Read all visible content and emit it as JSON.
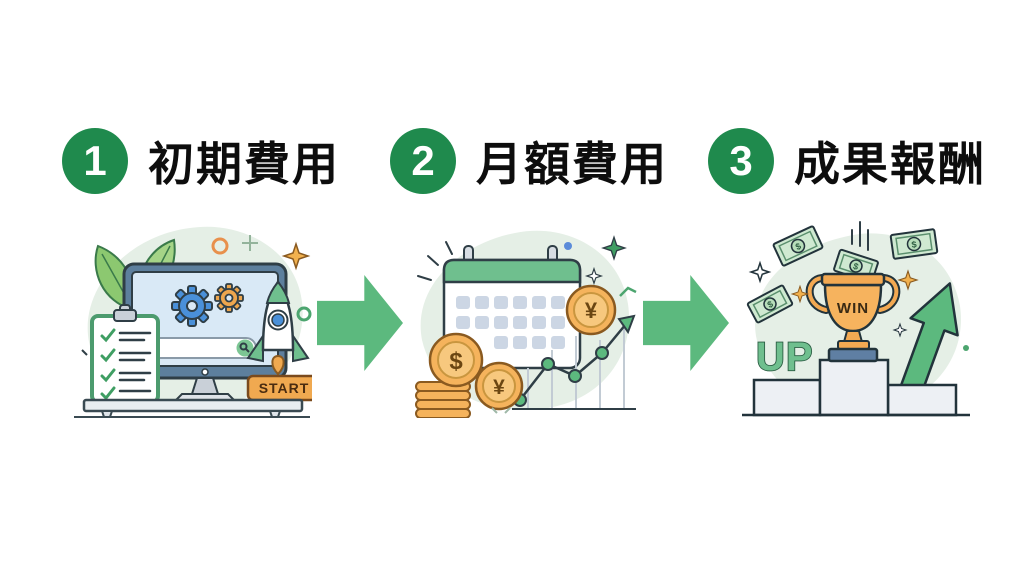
{
  "steps": [
    {
      "number": "1",
      "label": "初期費用",
      "illustration": "computer-setup-rocket-start"
    },
    {
      "number": "2",
      "label": "月額費用",
      "illustration": "calendar-coins-growth-chart"
    },
    {
      "number": "3",
      "label": "成果報酬",
      "illustration": "trophy-podium-money-up"
    }
  ],
  "illustrations": {
    "start_label": "START",
    "win_label": "WIN",
    "up_label": "UP",
    "dollar_symbol": "$",
    "yen_symbol": "¥"
  },
  "colors": {
    "step_badge_green": "#1f8a4d",
    "flow_arrow_green": "#5cb97e",
    "blob_light_green": "#e5efe6",
    "accent_orange": "#f0a950",
    "coin_orange": "#f5b35c",
    "leaf_green": "#8cc870",
    "monitor_frame_blue": "#5d7f9d",
    "heading_text": "#0d0d0d",
    "background": "#ffffff"
  }
}
